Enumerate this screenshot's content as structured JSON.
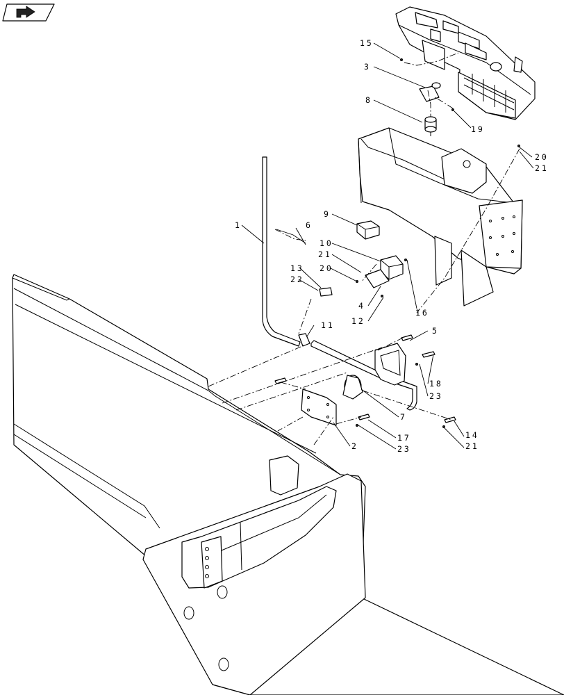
{
  "nav": {
    "icon": "return-arrow-icon"
  },
  "callouts": [
    {
      "id": "c15",
      "text": "15"
    },
    {
      "id": "c3",
      "text": "3"
    },
    {
      "id": "c8",
      "text": "8"
    },
    {
      "id": "c19",
      "text": "19"
    },
    {
      "id": "c20a",
      "text": "20"
    },
    {
      "id": "c21a",
      "text": "21"
    },
    {
      "id": "c9",
      "text": "9"
    },
    {
      "id": "c1",
      "text": "1"
    },
    {
      "id": "c6",
      "text": "6"
    },
    {
      "id": "c10",
      "text": "10"
    },
    {
      "id": "c21b",
      "text": "21"
    },
    {
      "id": "c13",
      "text": "13"
    },
    {
      "id": "c20b",
      "text": "20"
    },
    {
      "id": "c22",
      "text": "22"
    },
    {
      "id": "c4",
      "text": "4"
    },
    {
      "id": "c16",
      "text": "16"
    },
    {
      "id": "c12",
      "text": "12"
    },
    {
      "id": "c11",
      "text": "11"
    },
    {
      "id": "c5",
      "text": "5"
    },
    {
      "id": "c18",
      "text": "18"
    },
    {
      "id": "c23a",
      "text": "23"
    },
    {
      "id": "c7",
      "text": "7"
    },
    {
      "id": "c2",
      "text": "2"
    },
    {
      "id": "c17",
      "text": "17"
    },
    {
      "id": "c23b",
      "text": "23"
    },
    {
      "id": "c14",
      "text": "14"
    },
    {
      "id": "c21c",
      "text": "21"
    }
  ]
}
